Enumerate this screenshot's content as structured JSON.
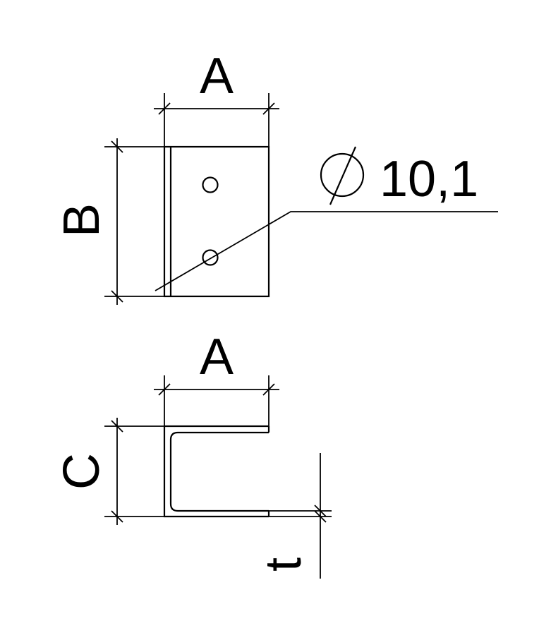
{
  "top_view": {
    "width_label": "A",
    "height_label": "B",
    "hole_callout": "10,1",
    "diameter_symbol": "⌀"
  },
  "side_view": {
    "width_label": "A",
    "height_label": "C",
    "thickness_label": "t"
  },
  "colors": {
    "line": "#000000",
    "background": "#ffffff"
  }
}
